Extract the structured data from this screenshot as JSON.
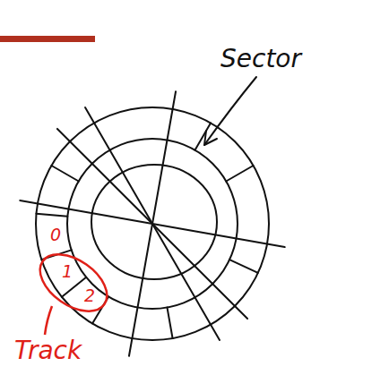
{
  "diagram": {
    "labels": [
      "Sector",
      "0",
      "1",
      "2",
      "Track"
    ]
  }
}
